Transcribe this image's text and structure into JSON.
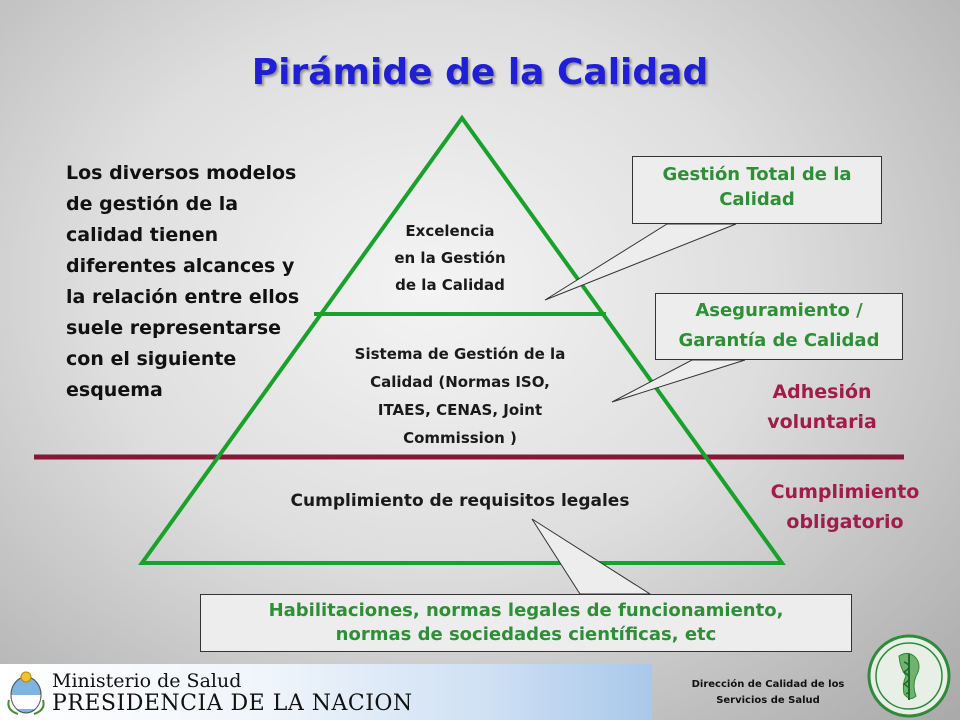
{
  "title": "Pirámide de la Calidad",
  "intro_text": "Los diversos modelos de gestión de la calidad tienen diferentes alcances y la relación entre ellos suele representarse con el siguiente esquema",
  "pyramid": {
    "top": [
      "Excelencia",
      "en la Gestión",
      "de la Calidad"
    ],
    "middle": [
      "Sistema de Gestión de la",
      "Calidad (Normas ISO,",
      "ITAES, CENAS, Joint",
      "Commission )"
    ],
    "bottom": "Cumplimiento de requisitos legales"
  },
  "callouts": {
    "gestion_total": [
      "Gestión Total de la",
      "Calidad"
    ],
    "aseguramiento": [
      "Aseguramiento /",
      "Garantía de Calidad"
    ],
    "habilitaciones": [
      "Habilitaciones, normas legales de funcionamiento,",
      "normas de sociedades científicas, etc"
    ]
  },
  "labels": {
    "adhesion": [
      "Adhesión",
      "voluntaria"
    ],
    "cumplimiento": [
      "Cumplimiento",
      "obligatorio"
    ]
  },
  "footer": {
    "ministerio": "Ministerio de Salud",
    "presidencia": "PRESIDENCIA DE LA NACION",
    "direccion": [
      "Dirección de Calidad de los",
      "Servicios de Salud"
    ]
  },
  "colors": {
    "title": "#1f1fd6",
    "pyramid_outline": "#19a12b",
    "callout_text": "#2e8f37",
    "divider": "#8a1538",
    "side_label": "#a01c4a"
  }
}
